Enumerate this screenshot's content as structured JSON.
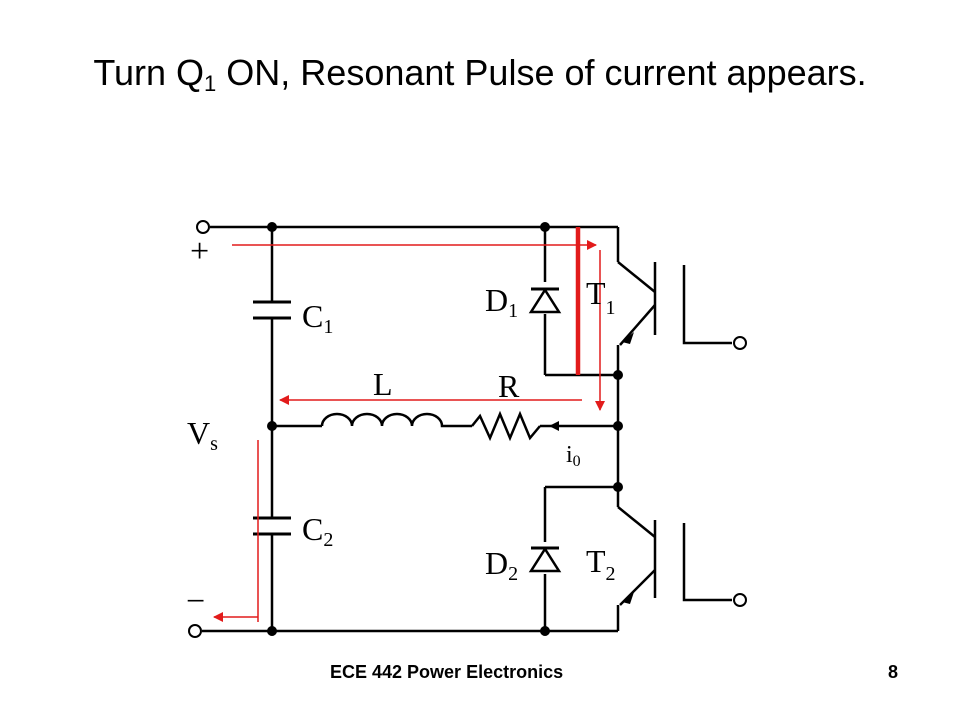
{
  "slide": {
    "title_prefix": "Turn Q",
    "title_subscript": "1",
    "title_suffix": " ON, Resonant Pulse of current appears.",
    "footer_course": "ECE 442 Power Electronics",
    "page_number": "8"
  },
  "circuit": {
    "labels": {
      "plus": "+",
      "minus": "−",
      "c1": "C",
      "c1_sub": "1",
      "c2": "C",
      "c2_sub": "2",
      "vs": "V",
      "vs_sub": "s",
      "inductor": "L",
      "resistor": "R",
      "d1": "D",
      "d1_sub": "1",
      "d2": "D",
      "d2_sub": "2",
      "t1": "T",
      "t1_sub": "1",
      "t2": "T",
      "t2_sub": "2",
      "io": "i",
      "io_sub": "0"
    },
    "colors": {
      "wire": "#000000",
      "current_path": "#e21b1b"
    }
  }
}
